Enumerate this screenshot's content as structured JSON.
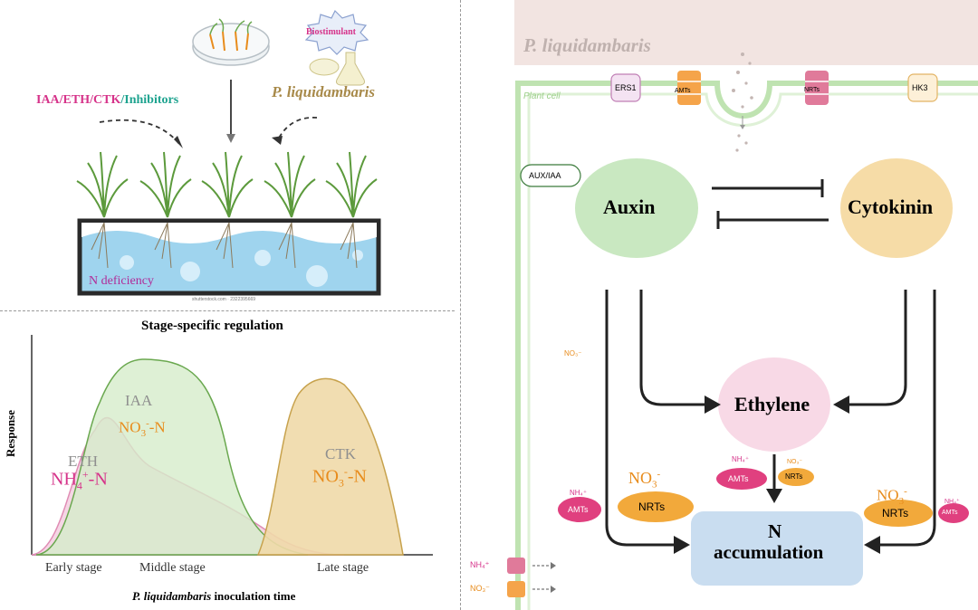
{
  "colors": {
    "iaa": "#d6338a",
    "eth": "#d6338a",
    "inhibitors": "#1ea38f",
    "pl_text": "#a88a4a",
    "no3": "#e88c1c",
    "membrane": "#bfe3b1",
    "top_band": "#f2e4e1",
    "auxin": "#c9e8c1",
    "cytokinin": "#f6dca7",
    "ethylene": "#f8d9e6",
    "n_box": "#c9ddf0",
    "amts": "#e0407f",
    "nrts": "#f2a93b"
  },
  "left_top": {
    "inputs_line": {
      "iaa": "IAA",
      "eth": "/ETH",
      "ctk": "/CTK",
      "inhibitors": "/Inhibitors"
    },
    "biostimulant_label": "Biostimulant",
    "p_liquidambaris_label": "P. liquidambaris",
    "tank_label": "N deficiency",
    "watermark": "shutterstock.com · 2322395669"
  },
  "left_bottom": {
    "title": "Stage-specific regulation",
    "y_axis_label": "Response",
    "x_axis_label_italic": "P. liquidambaris",
    "x_axis_label_rest": " inoculation time",
    "stages": [
      "Early stage",
      "Middle stage",
      "Late stage"
    ],
    "eth_label": "ETH",
    "eth_nh4_base": "NH",
    "eth_nh4_sub": "4",
    "eth_nh4_sup": "+",
    "eth_nh4_tail": "-N",
    "iaa_label": "IAA",
    "iaa_no3_base": "NO",
    "iaa_no3_sub": "3",
    "iaa_no3_sup": "-",
    "iaa_no3_tail": "-N",
    "ctk_label": "CTK",
    "ctk_no3_base": "NO",
    "ctk_no3_sub": "3",
    "ctk_no3_sup": "-",
    "ctk_no3_tail": "-N"
  },
  "right": {
    "organism": "P. liquidambaris",
    "plant_cell": "Plant cell",
    "receptors": [
      "ERS1",
      "AMTs",
      "NRTs",
      "HK3"
    ],
    "aux_iaa": "AUX/IAA",
    "auxin": "Auxin",
    "cytokinin": "Cytokinin",
    "ethylene": "Ethylene",
    "no3_small": "NO₃⁻",
    "n_accumulation_line1": "N",
    "n_accumulation_line2": "accumulation",
    "amts_label": "AMTs",
    "nrts_label": "NRTs",
    "nh4_small": "NH₄⁺",
    "no3_big_base": "NO",
    "no3_big_sub": "3",
    "no3_big_sup": "-",
    "legend_nh4": "NH₄⁺",
    "legend_no3": "NO₃⁻"
  }
}
